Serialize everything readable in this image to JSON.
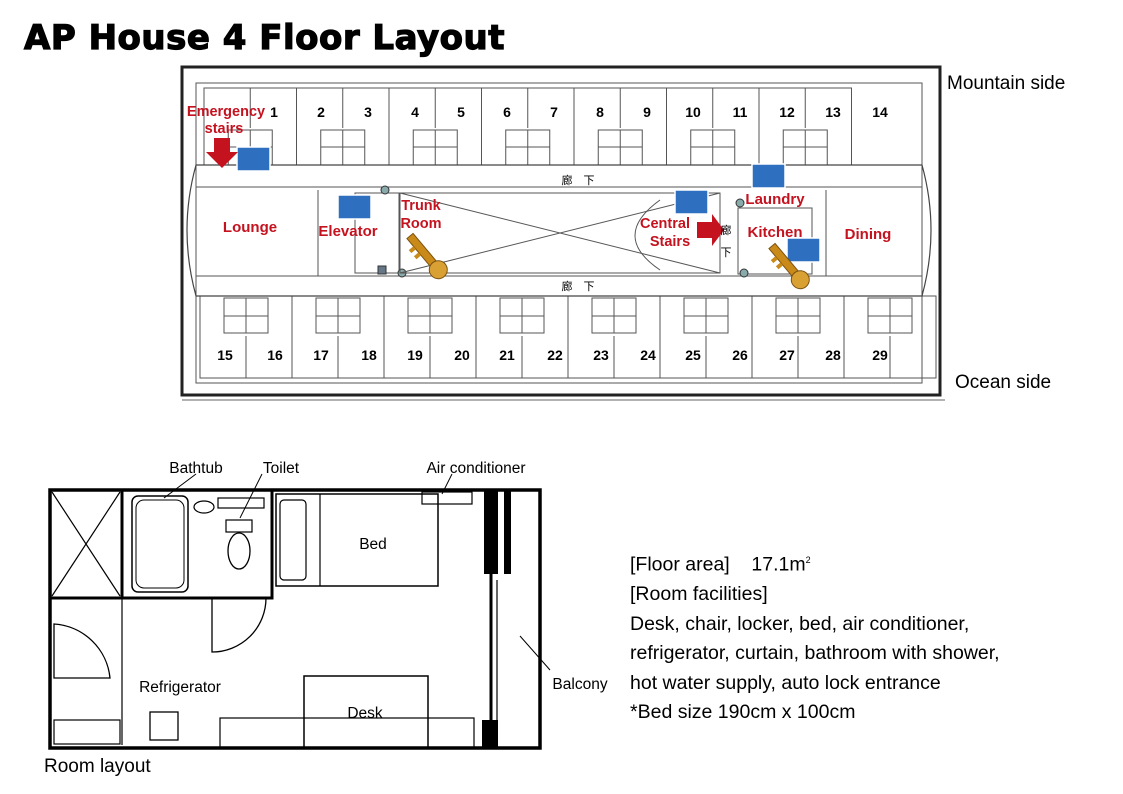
{
  "title": "AP House 4 Floor Layout",
  "sides": {
    "mountain": "Mountain side",
    "ocean": "Ocean side"
  },
  "floor": {
    "top_rooms": [
      "1",
      "2",
      "3",
      "4",
      "5",
      "6",
      "7",
      "8",
      "9",
      "10",
      "11",
      "12",
      "13",
      "14"
    ],
    "bottom_rooms": [
      "15",
      "16",
      "17",
      "18",
      "19",
      "20",
      "21",
      "22",
      "23",
      "24",
      "25",
      "26",
      "27",
      "28",
      "29"
    ],
    "areas": {
      "emergency_line1": "Emergency",
      "emergency_line2": "stairs",
      "lounge": "Lounge",
      "elevator": "Elevator",
      "trunk_line1": "Trunk",
      "trunk_line2": "Room",
      "central_line1": "Central",
      "central_line2": "Stairs",
      "laundry": "Laundry",
      "kitchen": "Kitchen",
      "dining": "Dining"
    },
    "corridor_label": "廊　下",
    "corridor_side": "廊",
    "corridor_side2": "下"
  },
  "room": {
    "labels": {
      "bathtub": "Bathtub",
      "toilet": "Toilet",
      "aircon": "Air conditioner",
      "bed": "Bed",
      "balcony": "Balcony",
      "refrigerator": "Refrigerator",
      "desk": "Desk"
    },
    "caption": "Room layout"
  },
  "info": {
    "floor_area_label": "[Floor area]",
    "floor_area_value": "17.1m",
    "floor_area_sup": "2",
    "facilities_label": "[Room facilities]",
    "line1": "Desk, chair, locker, bed, air conditioner,",
    "line2": "refrigerator, curtain, bathroom with shower,",
    "line3": "hot water supply, auto lock entrance",
    "line4": "*Bed size 190cm x 100cm"
  },
  "colors": {
    "label_red": "#c4121f",
    "icon_blue": "#2e6fbf",
    "key_gold": "#c98a1a"
  }
}
